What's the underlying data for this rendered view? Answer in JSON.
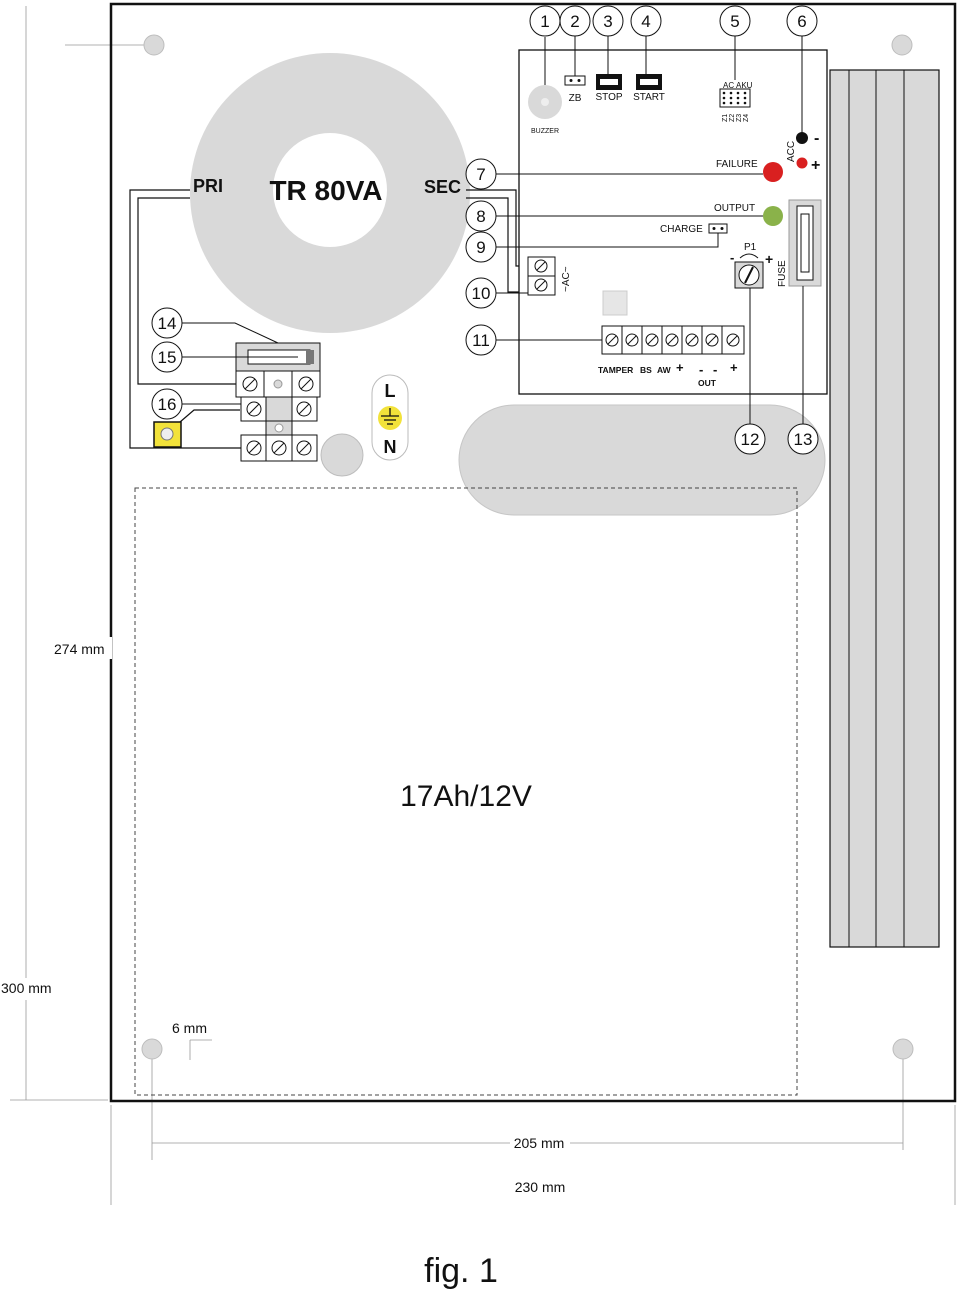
{
  "figure": {
    "caption": "fig. 1",
    "battery_label": "17Ah/12V",
    "transformer": {
      "title": "TR 80VA",
      "primary_label": "PRI",
      "secondary_label": "SEC"
    },
    "mains": {
      "line_label": "L",
      "neutral_label": "N"
    },
    "dimensions": {
      "height_inner": "274 mm",
      "height_outer": "300 mm",
      "width_inner": "205 mm",
      "width_outer": "230 mm",
      "hole_offset": "6 mm"
    },
    "callouts": [
      "1",
      "2",
      "3",
      "4",
      "5",
      "6",
      "7",
      "8",
      "9",
      "10",
      "11",
      "12",
      "13",
      "14",
      "15",
      "16"
    ],
    "board": {
      "buzzer": "BUZZER",
      "zb": "ZB",
      "stop": "STOP",
      "start": "START",
      "ac": "AC",
      "aku": "AKU",
      "z1": "Z1",
      "z2": "Z2",
      "z3": "Z3",
      "z4": "Z4",
      "acc": "ACC",
      "minus": "-",
      "plus": "+",
      "failure": "FAILURE",
      "output": "OUTPUT",
      "charge": "CHARGE",
      "p1": "P1",
      "fuse": "FUSE",
      "ac_terminal": "~AC~",
      "tamper": "TAMPER",
      "bs": "BS",
      "aw": "AW",
      "out": "OUT"
    }
  }
}
